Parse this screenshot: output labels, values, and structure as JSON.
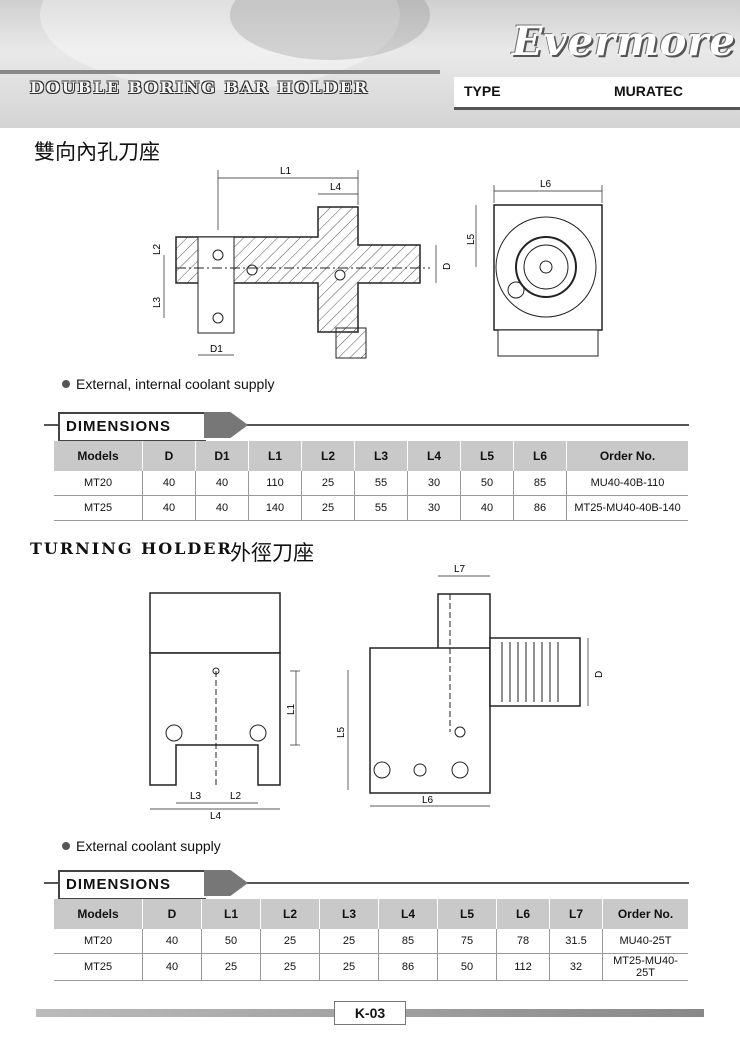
{
  "header": {
    "brand": "Evermore",
    "section_title": "DOUBLE BORING BAR HOLDER",
    "type_label": "TYPE",
    "type_value": "MURATEC"
  },
  "section1": {
    "title_cn": "雙向內孔刀座",
    "drawing_labels": {
      "L1": "L1",
      "L4": "L4",
      "L2": "L2",
      "L3": "L3",
      "D1": "D1",
      "D": "D",
      "L5": "L5",
      "L6": "L6"
    },
    "note": "External, internal coolant supply",
    "dimensions_label": "DIMENSIONS",
    "table": {
      "headers": [
        "Models",
        "D",
        "D1",
        "L1",
        "L2",
        "L3",
        "L4",
        "L5",
        "L6",
        "Order No."
      ],
      "rows": [
        [
          "MT20",
          "40",
          "40",
          "110",
          "25",
          "55",
          "30",
          "50",
          "85",
          "MU40-40B-110"
        ],
        [
          "MT25",
          "40",
          "40",
          "140",
          "25",
          "55",
          "30",
          "40",
          "86",
          "MT25-MU40-40B-140"
        ]
      ]
    }
  },
  "section2": {
    "title_en": "TURNING HOLDER",
    "title_cn": "外徑刀座",
    "drawing_labels": {
      "L1": "L1",
      "L2": "L2",
      "L3": "L3",
      "L4": "L4",
      "L5": "L5",
      "L6": "L6",
      "L7": "L7",
      "D": "D"
    },
    "note": "External coolant supply",
    "dimensions_label": "DIMENSIONS",
    "table": {
      "headers": [
        "Models",
        "D",
        "L1",
        "L2",
        "L3",
        "L4",
        "L5",
        "L6",
        "L7",
        "Order No."
      ],
      "rows": [
        [
          "MT20",
          "40",
          "50",
          "25",
          "25",
          "85",
          "75",
          "78",
          "31.5",
          "MU40-25T"
        ],
        [
          "MT25",
          "40",
          "25",
          "25",
          "25",
          "86",
          "50",
          "112",
          "32",
          "MT25-MU40-25T"
        ]
      ]
    }
  },
  "footer": {
    "page": "K-03"
  }
}
